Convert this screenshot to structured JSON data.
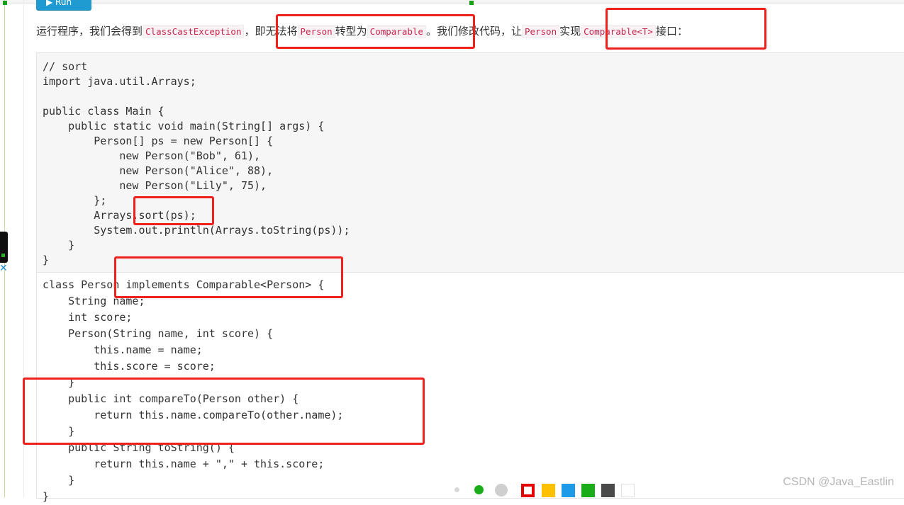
{
  "run_button": {
    "label": "▶ Run"
  },
  "paragraph": {
    "text1": "运行程序，我们会得到",
    "code1": "ClassCastException",
    "text2": "，即无法将",
    "code2": "Person",
    "text3": "转型为",
    "code3": "Comparable",
    "text4": "。我们修改代码，让",
    "code4": "Person",
    "text5": "实现",
    "code5": "Comparable<T>",
    "text6": "接口："
  },
  "code_main": "// sort\nimport java.util.Arrays;\n\npublic class Main {\n    public static void main(String[] args) {\n        Person[] ps = new Person[] {\n            new Person(\"Bob\", 61),\n            new Person(\"Alice\", 88),\n            new Person(\"Lily\", 75),\n        };\n        Arrays.sort(ps);\n        System.out.println(Arrays.toString(ps));\n    }\n}",
  "code_person": "class Person implements Comparable<Person> {\n    String name;\n    int score;\n    Person(String name, int score) {\n        this.name = name;\n        this.score = score;\n    }\n    public int compareTo(Person other) {\n        return this.name.compareTo(other.name);\n    }\n    public String toString() {\n        return this.name + \",\" + this.score;\n    }\n}",
  "toolbar": {
    "colors": [
      "#d8d8d8",
      "#1aad19",
      "#cfcfcf",
      "#e60000",
      "#ffc000",
      "#1e9be8",
      "#1aad19",
      "#4a4a4a",
      "#ffffff"
    ]
  },
  "watermark": "CSDN @Java_Eastlin",
  "colors": {
    "highlight": "#f0201c",
    "inline_code": "#c7254e",
    "run_button": "#1f9bd1"
  }
}
